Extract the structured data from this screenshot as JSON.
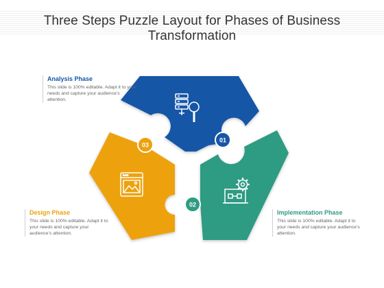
{
  "title": "Three Steps Puzzle Layout for Phases of Business Transformation",
  "phases": [
    {
      "title": "Analysis Phase",
      "text": "This slide is 100% editable. Adapt it to your needs and capture your audience’s attention.",
      "number": "01",
      "color": "#1557a6",
      "icon": "database-search-icon"
    },
    {
      "title": "Implementation Phase",
      "text": "This slide is 100% editable. Adapt it to your needs and capture your audience’s attention.",
      "number": "02",
      "color": "#2f9b83",
      "icon": "process-gear-icon"
    },
    {
      "title": "Design Phase",
      "text": "This slide is 100% editable. Adapt it to your needs and capture your audience’s attention.",
      "number": "03",
      "color": "#eda20e",
      "icon": "image-window-icon"
    }
  ],
  "colors": {
    "heading_blue": "#1557a6",
    "heading_green": "#2f9b83",
    "heading_orange": "#eda20e"
  }
}
